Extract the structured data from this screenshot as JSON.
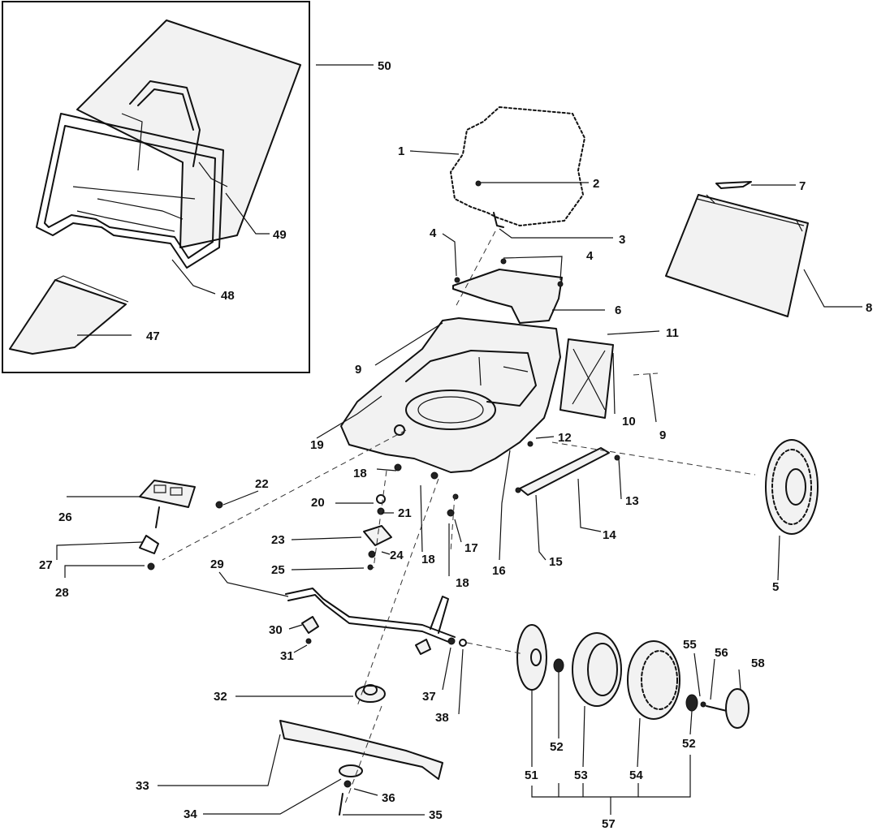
{
  "diagram": {
    "callouts": [
      {
        "id": "c1",
        "text": "1"
      },
      {
        "id": "c2",
        "text": "2"
      },
      {
        "id": "c3",
        "text": "3"
      },
      {
        "id": "c4a",
        "text": "4"
      },
      {
        "id": "c4b",
        "text": "4"
      },
      {
        "id": "c5",
        "text": "5"
      },
      {
        "id": "c6",
        "text": "6"
      },
      {
        "id": "c7",
        "text": "7"
      },
      {
        "id": "c8",
        "text": "8"
      },
      {
        "id": "c9a",
        "text": "9"
      },
      {
        "id": "c9b",
        "text": "9"
      },
      {
        "id": "c10",
        "text": "10"
      },
      {
        "id": "c11",
        "text": "11"
      },
      {
        "id": "c12",
        "text": "12"
      },
      {
        "id": "c13",
        "text": "13"
      },
      {
        "id": "c14",
        "text": "14"
      },
      {
        "id": "c15",
        "text": "15"
      },
      {
        "id": "c16",
        "text": "16"
      },
      {
        "id": "c17",
        "text": "17"
      },
      {
        "id": "c18a",
        "text": "18"
      },
      {
        "id": "c18b",
        "text": "18"
      },
      {
        "id": "c18c",
        "text": "18"
      },
      {
        "id": "c19",
        "text": "19"
      },
      {
        "id": "c20",
        "text": "20"
      },
      {
        "id": "c21",
        "text": "21"
      },
      {
        "id": "c22",
        "text": "22"
      },
      {
        "id": "c23",
        "text": "23"
      },
      {
        "id": "c24",
        "text": "24"
      },
      {
        "id": "c25",
        "text": "25"
      },
      {
        "id": "c26",
        "text": "26"
      },
      {
        "id": "c27",
        "text": "27"
      },
      {
        "id": "c28",
        "text": "28"
      },
      {
        "id": "c29",
        "text": "29"
      },
      {
        "id": "c30",
        "text": "30"
      },
      {
        "id": "c31",
        "text": "31"
      },
      {
        "id": "c32",
        "text": "32"
      },
      {
        "id": "c33",
        "text": "33"
      },
      {
        "id": "c34",
        "text": "34"
      },
      {
        "id": "c35",
        "text": "35"
      },
      {
        "id": "c36",
        "text": "36"
      },
      {
        "id": "c37",
        "text": "37"
      },
      {
        "id": "c38",
        "text": "38"
      },
      {
        "id": "c47",
        "text": "47"
      },
      {
        "id": "c48",
        "text": "48"
      },
      {
        "id": "c49",
        "text": "49"
      },
      {
        "id": "c50",
        "text": "50"
      },
      {
        "id": "c51",
        "text": "51"
      },
      {
        "id": "c52a",
        "text": "52"
      },
      {
        "id": "c52b",
        "text": "52"
      },
      {
        "id": "c53",
        "text": "53"
      },
      {
        "id": "c54",
        "text": "54"
      },
      {
        "id": "c55",
        "text": "55"
      },
      {
        "id": "c56",
        "text": "56"
      },
      {
        "id": "c57",
        "text": "57"
      },
      {
        "id": "c58",
        "text": "58"
      }
    ]
  }
}
